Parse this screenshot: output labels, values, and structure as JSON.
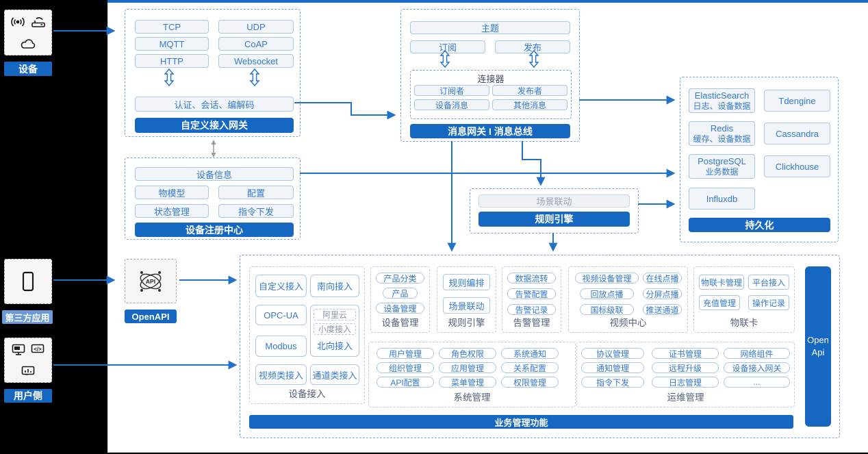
{
  "colors": {
    "primary": "#1567c2",
    "arrow": "#2272c8",
    "light_button_border": "#a9c7ea",
    "blue_text": "#3579cd",
    "dashed_frame": "#7da3dd",
    "third_party_badge": "#6b9ad7",
    "background": "#000000"
  },
  "left_rail": {
    "device": {
      "label": "设备"
    },
    "third_party": {
      "label": "第三方应用"
    },
    "user_side": {
      "label": "用户侧"
    }
  },
  "custom_gateway": {
    "title": "自定义接入网关",
    "protocols": [
      "TCP",
      "UDP",
      "MQTT",
      "CoAP",
      "HTTP",
      "Websocket"
    ],
    "session_bar": "认证、会话、编解码"
  },
  "message_bus": {
    "title": "消息网关 I 消息总线",
    "topic": "主题",
    "subscribe": "订阅",
    "publish": "发布",
    "connector": {
      "title": "连接器",
      "items": [
        "订阅者",
        "发布者",
        "设备消息",
        "其他消息"
      ]
    }
  },
  "persistence": {
    "title": "持久化",
    "items": [
      {
        "name": "ElasticSearch",
        "desc": "日志、设备数据"
      },
      {
        "name": "Tdengine",
        "desc": ""
      },
      {
        "name": "Redis",
        "desc": "缓存、设备数据"
      },
      {
        "name": "Cassandra",
        "desc": ""
      },
      {
        "name": "PostgreSQL",
        "desc": "业务数据"
      },
      {
        "name": "Clickhouse",
        "desc": ""
      },
      {
        "name": "Influxdb",
        "desc": ""
      }
    ]
  },
  "registry": {
    "title": "设备注册中心",
    "info": "设备信息",
    "items": [
      "物模型",
      "配置",
      "状态管理",
      "指令下发"
    ]
  },
  "rule_engine": {
    "title": "规则引擎",
    "scene": "场景联动"
  },
  "open_api": {
    "label": "OpenAPI",
    "bar": [
      "Open",
      "Api"
    ]
  },
  "business": {
    "title": "业务管理功能",
    "device_access": {
      "label": "设备接入",
      "items": [
        "自定义接入",
        "南向接入",
        "OPC-UA",
        "Modbus",
        "视频类接入",
        "通道类接入"
      ],
      "north": {
        "ali": "阿里云",
        "xiaodu": "小度接入",
        "label": "北向接入"
      }
    },
    "device_mgmt": {
      "label": "设备管理",
      "items": [
        "产品分类",
        "产品",
        "设备管理"
      ]
    },
    "rule": {
      "label": "规则引擎",
      "items": [
        "规则编排",
        "场景联动"
      ]
    },
    "alarm": {
      "label": "告警管理",
      "items": [
        "数据流转",
        "告警配置",
        "告警记录"
      ]
    },
    "video": {
      "label": "视频中心",
      "items": [
        "视频设备管理",
        "在线点播",
        "回放点播",
        "分屏点播",
        "国标级联",
        "推送通道"
      ]
    },
    "iot_card": {
      "label": "物联卡",
      "items": [
        "物联卡管理",
        "平台接入",
        "充值管理",
        "操作记录"
      ]
    },
    "system": {
      "label": "系统管理",
      "items": [
        "用户管理",
        "角色权限",
        "系统通知",
        "组织管理",
        "应用管理",
        "关系配置",
        "API配置",
        "菜单管理",
        "权限管理"
      ]
    },
    "ops": {
      "label": "运维管理",
      "items": [
        "协议管理",
        "证书管理",
        "网络组件",
        "通知管理",
        "远程升级",
        "设备接入网关",
        "指令下发",
        "日志管理",
        "..."
      ]
    }
  }
}
